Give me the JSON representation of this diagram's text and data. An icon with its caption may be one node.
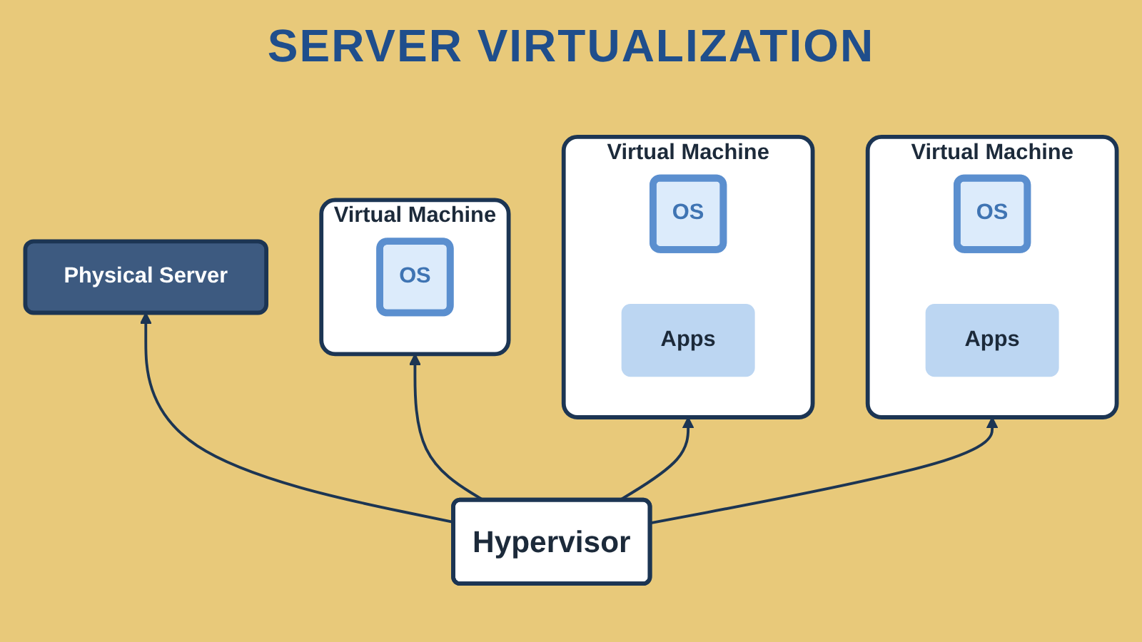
{
  "diagram": {
    "title": "SERVER VIRTUALIZATION",
    "nodes": [
      {
        "text": [
          "Virtual Machine"
        ]
      },
      {
        "text": [
          "OS"
        ],
        "in": 0
      },
      {
        "text": [
          "Virtual Machine"
        ]
      },
      {
        "text": [
          "OS"
        ],
        "in": 2
      },
      {
        "text": [
          "Apps"
        ],
        "in": 2
      },
      {
        "text": [
          "Virtual Machine"
        ]
      },
      {
        "text": [
          "OS"
        ],
        "in": 5
      },
      {
        "text": [
          "Apps"
        ],
        "in": 5
      },
      {
        "text": [
          "Hypervisor"
        ]
      },
      {
        "text": [
          "Physical Server"
        ]
      }
    ],
    "edges": [
      {
        "from": 8,
        "to": 0,
        "arrow": "to"
      },
      {
        "from": 8,
        "to": 2,
        "arrow": "to"
      },
      {
        "from": 8,
        "to": 5,
        "arrow": "to"
      },
      {
        "from": 8,
        "to": 9,
        "arrow": "to"
      }
    ]
  }
}
